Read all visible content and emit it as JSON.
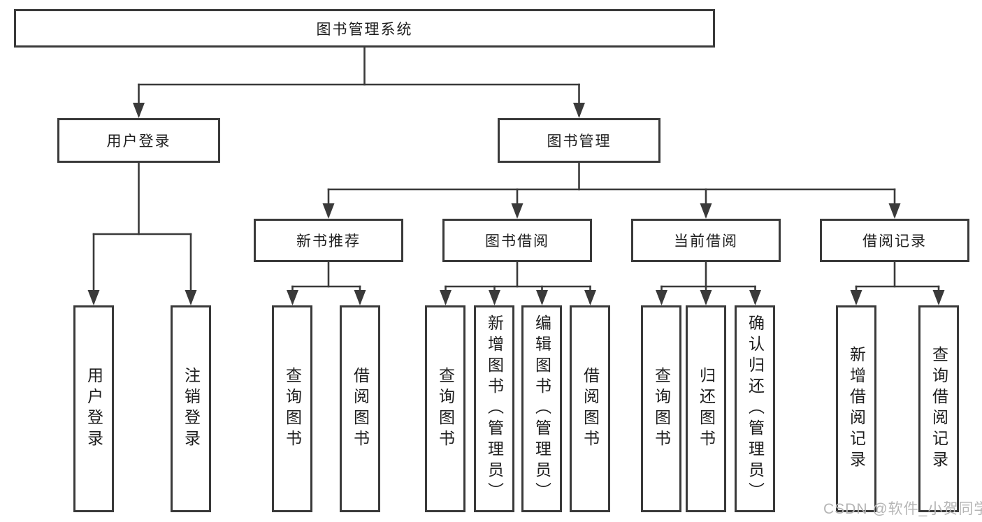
{
  "diagram": {
    "title": "图书管理系统",
    "branches": [
      {
        "label": "用户登录",
        "children": [
          {
            "label": "用户登录"
          },
          {
            "label": "注销登录"
          }
        ]
      },
      {
        "label": "图书管理",
        "groups": [
          {
            "label": "新书推荐",
            "children": [
              {
                "label": "查询图书"
              },
              {
                "label": "借阅图书"
              }
            ]
          },
          {
            "label": "图书借阅",
            "children": [
              {
                "label": "查询图书"
              },
              {
                "label": "新增图书（管理员）"
              },
              {
                "label": "编辑图书（管理员）"
              },
              {
                "label": "借阅图书"
              }
            ]
          },
          {
            "label": "当前借阅",
            "children": [
              {
                "label": "查询图书"
              },
              {
                "label": "归还图书"
              },
              {
                "label": "确认归还（管理员）"
              }
            ]
          },
          {
            "label": "借阅记录",
            "children": [
              {
                "label": "新增借阅记录"
              },
              {
                "label": "查询借阅记录"
              }
            ]
          }
        ]
      }
    ]
  },
  "watermark": "CSDN @软件_小贺同学",
  "colors": {
    "line": "#3a3a3a",
    "text": "#1e1e1e",
    "watermark": "#b5b5b5",
    "background": "#ffffff"
  }
}
